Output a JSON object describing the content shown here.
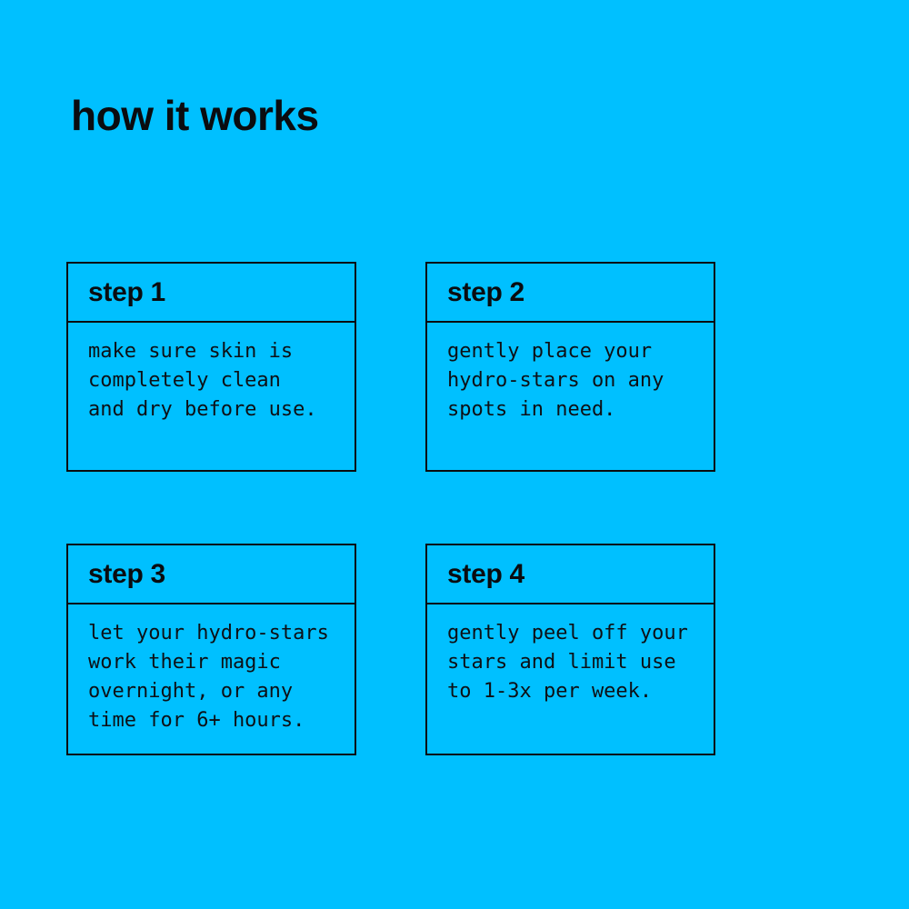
{
  "page": {
    "background_color": "#00c0ff",
    "text_color": "#0a0c10"
  },
  "title": "how it works",
  "steps": [
    {
      "label": "step 1",
      "description": "make sure skin is\ncompletely clean\nand dry before use."
    },
    {
      "label": "step 2",
      "description": "gently place your\nhydro-stars on any\nspots in need."
    },
    {
      "label": "step 3",
      "description": "let your hydro-stars\nwork their magic\novernight, or any\ntime for 6+ hours."
    },
    {
      "label": "step 4",
      "description": "gently peel off your\nstars and limit use\nto 1-3x per week."
    }
  ]
}
